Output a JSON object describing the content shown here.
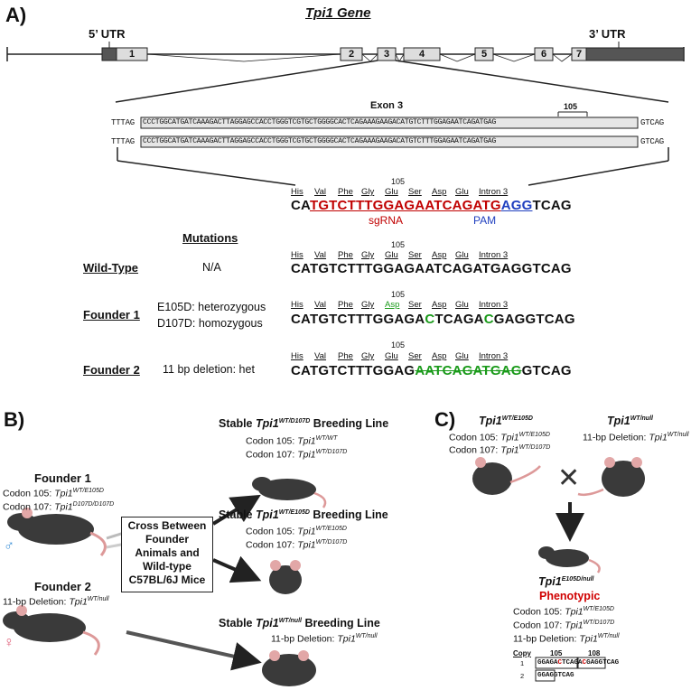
{
  "panel_a": {
    "label": "A)",
    "gene_title": "Tpi1 Gene",
    "utr5": "5’ UTR",
    "utr3": "3’ UTR",
    "exons": [
      "1",
      "2",
      "3",
      "4",
      "5",
      "6",
      "7"
    ],
    "exon3_title": "Exon 3",
    "pos105": "105",
    "seq_left": "TTTAG",
    "seq_exon": "CCCTGGCATGATCAAAGACTTAGGAGCCACCTGGGTCGTGCTGGGGCACTCAGAAAGAAGACATGTCTTTGGAGAATCAGATGAG",
    "seq_right": "GTCAG",
    "codon_labels": [
      "His",
      "Val",
      "Phe",
      "Gly",
      "Glu",
      "Ser",
      "Asp",
      "Glu",
      "Intron 3"
    ],
    "ref_seq": {
      "pre": "CA",
      "sgrna": "TGTCTTTGGAGAATCAGATG",
      "pam": "AGG",
      "post": "TCAG"
    },
    "sgrna_label": "sgRNA",
    "pam_label": "PAM",
    "mutations_header": "Mutations",
    "rows": [
      {
        "name": "Wild-Type",
        "desc1": "N/A",
        "desc2": "",
        "seq": "CATGTCTTTGGAGAATCAGATGAGGTCAG"
      },
      {
        "name": "Founder 1",
        "desc1": "E105D: heterozygous",
        "desc2": "D107D: homozygous",
        "seq_parts": [
          "CATGTCTTTGGAGA",
          "C",
          "TCAGA",
          "C",
          "GAGGTCAG"
        ],
        "asp": "Asp"
      },
      {
        "name": "Founder 2",
        "desc1": "11 bp deletion: het",
        "desc2": "",
        "seq_parts": [
          "CATGTCTTTGGAG",
          "AATCAGATGAG",
          "GTCAG"
        ]
      }
    ]
  },
  "panel_b": {
    "label": "B)",
    "founder1": {
      "title": "Founder 1",
      "c105": "Codon 105: ",
      "c105g": "Tpi1",
      "c105s": "WT/E105D",
      "c107": "Codon 107: ",
      "c107g": "Tpi1",
      "c107s": "D107D/D107D"
    },
    "founder2": {
      "title": "Founder 2",
      "del": "11-bp Deletion: ",
      "g": "Tpi1",
      "s": "WT/null"
    },
    "cross_box": [
      "Cross Between",
      "Founder",
      "Animals and",
      "Wild-type",
      "C57BL/6J Mice"
    ],
    "line1": {
      "pre": "Stable ",
      "g": "Tpi1",
      "s": "WT/D107D",
      "post": " Breeding Line",
      "c105": "Codon 105: ",
      "c105s": "WT/WT",
      "c107": "Codon 107: ",
      "c107s": "WT/D107D"
    },
    "line2": {
      "pre": "Stable ",
      "g": "Tpi1",
      "s": "WT/E105D",
      "post": " Breeding Line",
      "c105": "Codon 105: ",
      "c105s": "WT/E105D",
      "c107": "Codon 107: ",
      "c107s": "WT/D107D"
    },
    "line3": {
      "pre": "Stable ",
      "g": "Tpi1",
      "s": "WT/null",
      "post": " Breeding Line",
      "del": "11-bp Deletion: ",
      "dels": "WT/null"
    },
    "male": "♂",
    "female": "♀"
  },
  "panel_c": {
    "label": "C)",
    "parent1": {
      "g": "Tpi1",
      "s": "WT/E105D",
      "c105": "Codon 105: ",
      "c105s": "WT/E105D",
      "c107": "Codon 107: ",
      "c107s": "WT/D107D"
    },
    "parent2": {
      "g": "Tpi1",
      "s": "WT/null",
      "del": "11-bp Deletion: ",
      "dels": "WT/null"
    },
    "cross": "✕",
    "child": {
      "g": "Tpi1",
      "s": "E105D/null",
      "phen": "Phenotypic",
      "c105": "Codon 105: ",
      "c105s": "WT/E105D",
      "c107": "Codon 107: ",
      "c107s": "WT/D107D",
      "del": "11-bp Deletion: ",
      "dels": "WT/null"
    },
    "copy_header": "Copy",
    "p105": "105",
    "p108": "108",
    "copy1": {
      "n": "1",
      "a": "GGAGA",
      "b": "C",
      "c": "TCAGA",
      "d": "C",
      "e": "GAG",
      "f": "GTCAG"
    },
    "copy2": {
      "n": "2",
      "a": "GGAG",
      "f": "GTCAG"
    }
  }
}
